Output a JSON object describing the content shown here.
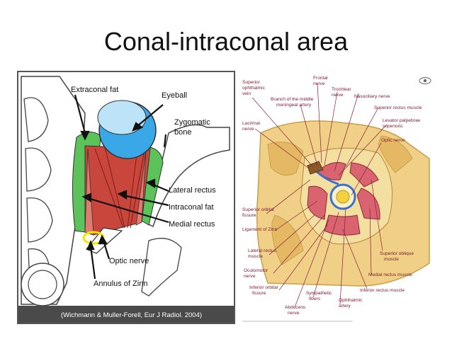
{
  "slide": {
    "title": "Conal-intraconal area"
  },
  "left_figure": {
    "labels": {
      "extraconal_fat": "Extraconal fat",
      "eyeball": "Eyeball",
      "zygomatic_1": "Zygomatic",
      "zygomatic_2": "bone",
      "lateral_rectus": "Lateral rectus",
      "intraconal_fat": "Intraconal fat",
      "medial_rectus": "Medial rectus",
      "optic_nerve": "Optic nerve",
      "annulus_of_zinn": "Annulus of Zinn"
    },
    "citation": "(Wichmann & Muller-Forell, Eur J Radiol. 2004)",
    "colors": {
      "frame": "#555555",
      "extraconal_fat": "#5cc25a",
      "eyeball": "#3aa7e6",
      "muscle": "#c8463c",
      "annulus": "#f5e400",
      "caption_bar": "#4a4a4a"
    }
  },
  "right_figure": {
    "labels": {
      "superior_ophthalmic_vein_1": "Superior",
      "superior_ophthalmic_vein_2": "ophthalmic",
      "superior_ophthalmic_vein_3": "vein",
      "frontal_nerve_1": "Frontal",
      "frontal_nerve_2": "nerve",
      "branch_middle_meningeal_1": "Branch of the middle",
      "branch_middle_meningeal_2": "meningeal artery",
      "trochlear_nerve_1": "Trochlear",
      "trochlear_nerve_2": "nerve",
      "nasociliary_nerve": "Nasociliary nerve",
      "superior_rectus_muscle": "Superior rectus muscle",
      "lacrimal_nerve_1": "Lacrimal",
      "lacrimal_nerve_2": "nerve",
      "levator_1": "Levator palpebrae",
      "levator_2": "superioris",
      "optic_nerve": "Optic nerve",
      "superior_orbital_fissure_1": "Superior orbital",
      "superior_orbital_fissure_2": "fissure",
      "ligament_of_zinn": "Ligament of Zinn",
      "lateral_rectus_1": "Lateral rectus",
      "lateral_rectus_2": "muscle",
      "oculomotor_1": "Oculomotor",
      "oculomotor_2": "nerve",
      "superior_oblique_1": "Superior oblique",
      "superior_oblique_2": "muscle",
      "inferior_orbital_fissure_1": "Inferior orbital",
      "inferior_orbital_fissure_2": "fissure",
      "medial_rectus_muscle": "Medial rectus muscle",
      "sympathetic_1": "Sympathetic",
      "sympathetic_2": "fibers",
      "inferior_rectus_muscle": "Inferior rectus muscle",
      "ophthalmic_artery_1": "Ophthalmic",
      "ophthalmic_artery_2": "artery",
      "abducens_1": "Abducens",
      "abducens_2": "nerve"
    },
    "colors": {
      "bone": "#f0cf86",
      "bone_dark": "#d9a94f",
      "muscle": "#d9646f",
      "fat": "#f3e0a0",
      "nerve": "#f5d142",
      "vessel": "#3b6fd1",
      "leader": "#8c1a3c",
      "label_text": "#7a1a33"
    }
  }
}
